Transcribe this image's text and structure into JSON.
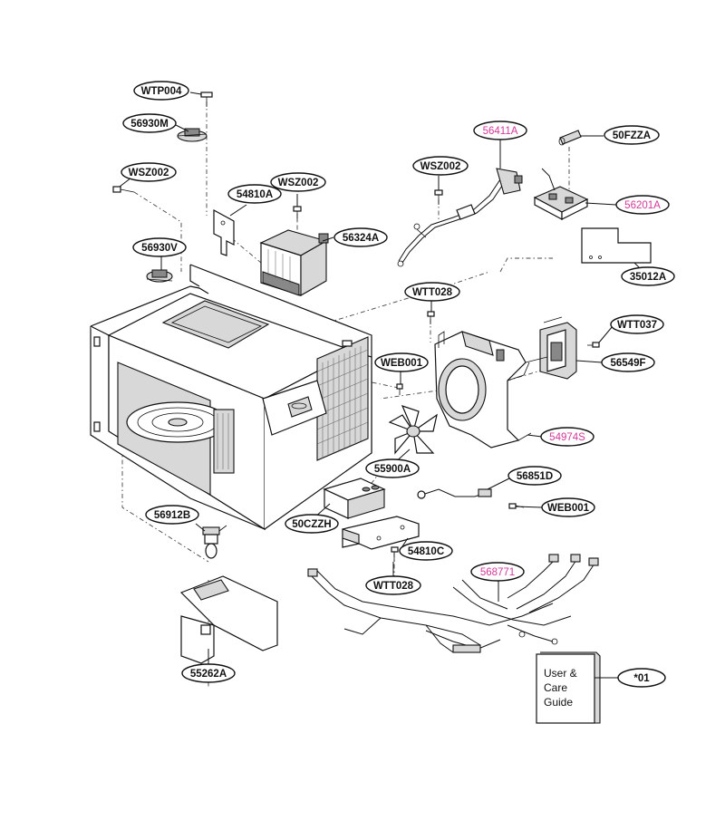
{
  "labels": {
    "WTP004": "WTP004",
    "56930M": "56930M",
    "WSZ002_left": "WSZ002",
    "54810A": "54810A",
    "WSZ002_mid": "WSZ002",
    "56324A": "56324A",
    "56930V": "56930V",
    "WSZ002_right": "WSZ002",
    "56411A": "56411A",
    "50FZZA": "50FZZA",
    "56201A": "56201A",
    "35012A": "35012A",
    "WTT028_top": "WTT028",
    "WTT037": "WTT037",
    "WEB001_top": "WEB001",
    "56549F": "56549F",
    "54974S": "54974S",
    "55900A": "55900A",
    "56851D": "56851D",
    "WEB001_bottom": "WEB001",
    "50CZZH": "50CZZH",
    "56912B": "56912B",
    "54810C": "54810C",
    "WTT028_bottom": "WTT028",
    "568771": "568771",
    "55262A": "55262A",
    "star01": "*01"
  },
  "guide": {
    "line1": "User &",
    "line2": "Care",
    "line3": "Guide"
  },
  "colors": {
    "highlight": "#d4389a",
    "ink": "#111111"
  }
}
